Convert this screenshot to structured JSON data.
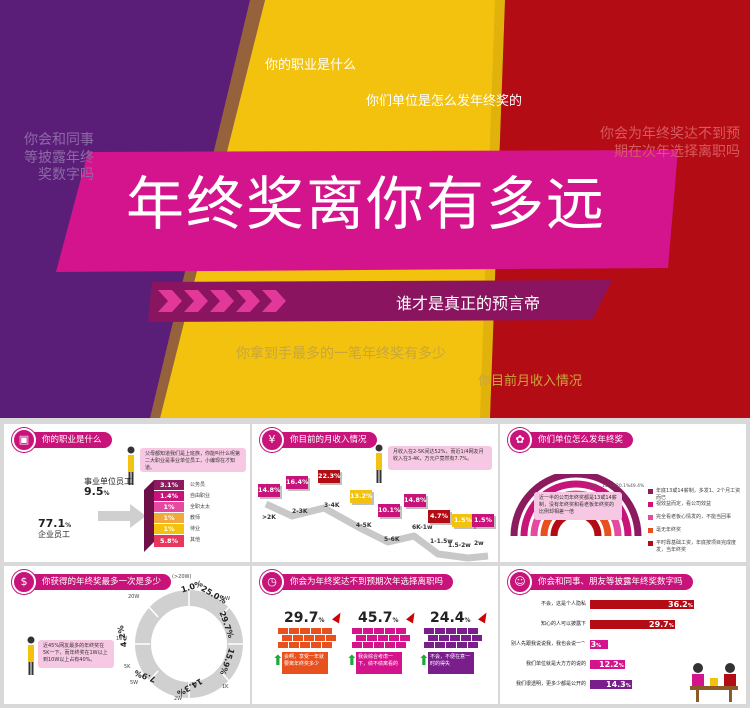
{
  "hero": {
    "title": "年终奖离你有多远",
    "subtitle": "谁才是真正的预言帝",
    "ghost_texts": {
      "job": "你的职业是什么",
      "company_bonus": "你们单位是怎么发年终奖的",
      "disclose": "你会和同事等披露年终奖数字吗",
      "quit": "你会为年终奖达不到预期在次年选择离职吗",
      "largest": "你拿到手最多的一笔年终奖有多少",
      "income": "你目前月收入情况"
    },
    "colors": {
      "purple": "#5a1e78",
      "yellow": "#f2c20e",
      "red": "#b40c14",
      "magenta": "#d4148c"
    }
  },
  "cards": {
    "job": {
      "title": "你的职业是什么",
      "note": "父母都知道我们是上班族，你能叫什么呢第二大职业是事业单位员工，小编现在才知道。",
      "public_sector_label": "事业单位员工",
      "public_sector_pct": "9.5",
      "enterprise_label": "企业员工",
      "enterprise_pct": "77.1",
      "pct_sign": "%",
      "stack": [
        {
          "value": "3.1%",
          "label": "公务员",
          "color": "#8c1a5e"
        },
        {
          "value": "1.4%",
          "label": "自由职业",
          "color": "#c8147a"
        },
        {
          "value": "1%",
          "label": "全职太太",
          "color": "#e64aa0"
        },
        {
          "value": "1%",
          "label": "教师",
          "color": "#f2a93b"
        },
        {
          "value": "1%",
          "label": "待业",
          "color": "#f2c20e"
        },
        {
          "value": "5.8%",
          "label": "其他",
          "color": "#e8365c"
        }
      ]
    },
    "income": {
      "title": "你目前的月收入情况",
      "note": "月收入在2-5K间达52%，而近1/4网友月收入在3-4K，万元户竟然有7.7%。",
      "blocks": [
        {
          "value": "14.8%",
          "label": ">2K",
          "color": "#c8147a"
        },
        {
          "value": "16.4%",
          "label": "2-3K",
          "color": "#c8147a"
        },
        {
          "value": "22.3%",
          "label": "3-4K",
          "color": "#b40c14"
        },
        {
          "value": "13.2%",
          "label": "4-5K",
          "color": "#f2c20e"
        },
        {
          "value": "10.1%",
          "label": "5-6K",
          "color": "#c8147a"
        },
        {
          "value": "14.8%",
          "label": "6K-1w",
          "color": "#c8147a"
        },
        {
          "value": "4.7%",
          "label": "1-1.5w",
          "color": "#b40c14"
        },
        {
          "value": "1.5%",
          "label": "1.5-2w",
          "color": "#f2c20e"
        },
        {
          "value": "1.5%",
          "label": "2w",
          "color": "#c8147a"
        }
      ]
    },
    "company": {
      "title": "你们单位怎么发年终奖",
      "note": "近一半的公司年终奖都是13或14薪制，没有年终奖和看老板年终奖的比例却相差一倍",
      "ring_values": [
        "30%",
        "15.5%",
        "20.1%",
        "49.4%"
      ],
      "legend": [
        {
          "label": "年底13或14薪制，多发1、2个月工资而已",
          "color": "#8c1a5e"
        },
        {
          "label": "视效益而定，看公司效益",
          "color": "#c8147a"
        },
        {
          "label": "完全看老板心情发的，不能当回事",
          "color": "#e64aa0"
        },
        {
          "label": "毫无年终奖",
          "color": "#e8501e"
        },
        {
          "label": "平时靠基础工资，年底按项目完成度发，当年终奖",
          "color": "#b40c14"
        }
      ]
    },
    "largest": {
      "title": "你获得的年终奖最多一次是多少",
      "dial_top": "(>20W)",
      "segments": [
        "1.0%",
        "25.0%",
        "29.7%",
        "15.9%",
        "14.3%",
        "7.9%",
        "4.2%"
      ],
      "axis_labels": [
        "20W",
        "10W",
        "5W",
        "2W",
        "1W",
        "5K",
        "1K"
      ],
      "note": "近45%网友最多的年终奖在5K一下，而年终奖在1W以上到10W以上占有40%。"
    },
    "quit": {
      "title": "你会为年终奖达不到预期次年选择离职吗",
      "items": [
        {
          "pct": "29.7",
          "caption": "会啊，享受一年就要离年终奖多少",
          "color": "#e8501e"
        },
        {
          "pct": "45.7",
          "caption": "我会综合考虑一下，绩不绩离看的",
          "color": "#d4148c"
        },
        {
          "pct": "24.4",
          "caption": "不会，不便在意一时的得失",
          "color": "#7a1e8c"
        }
      ],
      "pct_sign": "%"
    },
    "disclose": {
      "title": "你会和同事、朋友等披露年终奖数字吗",
      "rows": [
        {
          "label": "不会，这是个人隐私",
          "value": "36.2",
          "frac": 1.0,
          "color": "#b40c14"
        },
        {
          "label": "知心的人可以披露下",
          "value": "29.7",
          "frac": 0.82,
          "color": "#b40c14"
        },
        {
          "label": "别人先跟我说说我，我也会说一下",
          "value": "6.3",
          "frac": 0.17,
          "color": "#d4148c"
        },
        {
          "label": "我们单位就是大方方的说的",
          "value": "12.2",
          "frac": 0.34,
          "color": "#d4148c"
        },
        {
          "label": "我们很透明，更多少都是公开的",
          "value": "14.3",
          "frac": 0.4,
          "color": "#7a1e8c"
        }
      ],
      "pct_sign": "%"
    }
  }
}
